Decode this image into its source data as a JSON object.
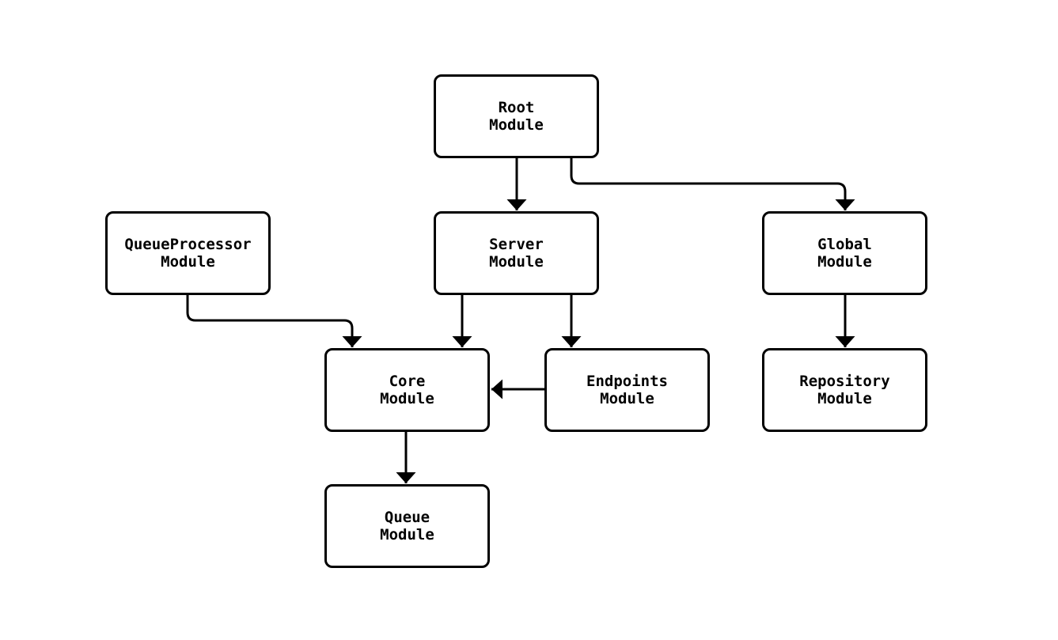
{
  "diagram": {
    "type": "flowchart",
    "background_color": "#ffffff",
    "node_fill_color": "#ffffff",
    "node_border_color": "#000000",
    "edge_color": "#000000",
    "text_color": "#000000",
    "nodes": {
      "root": {
        "label": "Root\nModule"
      },
      "queue_processor": {
        "label": "QueueProcessor\nModule"
      },
      "server": {
        "label": "Server\nModule"
      },
      "global": {
        "label": "Global\nModule"
      },
      "core": {
        "label": "Core\nModule"
      },
      "endpoints": {
        "label": "Endpoints\nModule"
      },
      "repository": {
        "label": "Repository\nModule"
      },
      "queue": {
        "label": "Queue\nModule"
      }
    },
    "edges": [
      {
        "from": "Root Module",
        "to": "Server Module"
      },
      {
        "from": "Root Module",
        "to": "Global Module"
      },
      {
        "from": "QueueProcessor Module",
        "to": "Core Module"
      },
      {
        "from": "Server Module",
        "to": "Core Module"
      },
      {
        "from": "Server Module",
        "to": "Endpoints Module"
      },
      {
        "from": "Global Module",
        "to": "Repository Module"
      },
      {
        "from": "Endpoints Module",
        "to": "Core Module"
      },
      {
        "from": "Core Module",
        "to": "Queue Module"
      }
    ]
  }
}
